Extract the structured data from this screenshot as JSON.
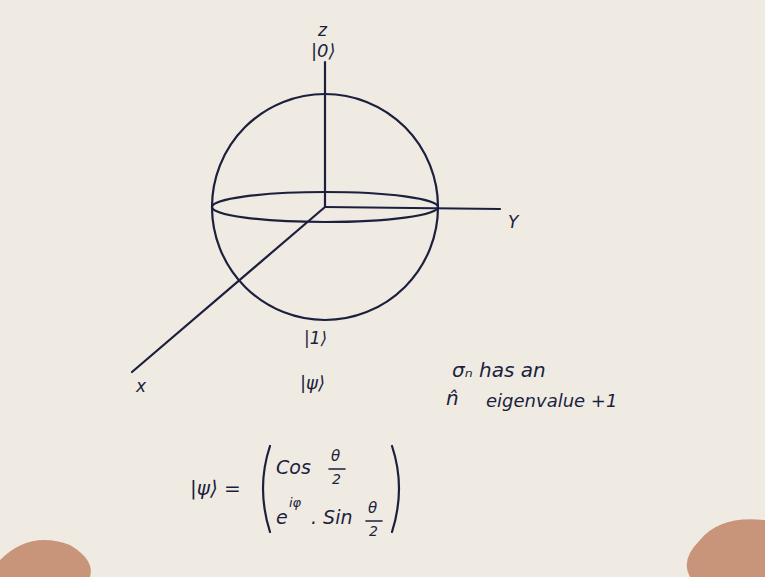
{
  "diagram": {
    "labels": [
      "z",
      "|0⟩",
      "Y",
      "x",
      "|1⟩",
      "σₙ has an",
      "|ψ⟩",
      "n̂",
      "eigenvalue +1",
      "|ψ⟩ =",
      "Cos",
      "θ",
      "2",
      "e",
      "iφ",
      ". Sin",
      "θ",
      "2"
    ]
  }
}
